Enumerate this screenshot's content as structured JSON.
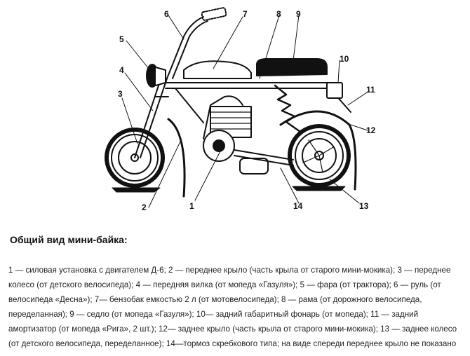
{
  "diagram": {
    "callouts": [
      "1",
      "2",
      "3",
      "4",
      "5",
      "6",
      "7",
      "8",
      "9",
      "10",
      "11",
      "12",
      "13",
      "14"
    ]
  },
  "caption": {
    "title": "Общий вид мини-байка:",
    "legend": "1 — силовая установка с двигателем Д-6; 2 — переднее крыло (часть крыла от старого мини-мокика); 3 — переднее колесо (от детского велосипеда); 4 — передняя вилка (от мопеда «Газуля»); 5 — фара (от трактора); 6 — руль (от велосипеда «Десна»); 7— бензобак емкостью 2 л (от мотовелосипеда); 8 — рама (от дорожного велосипеда, переделанная); 9 — седло (от мопеда «Газуля»); 10— задний габаритный фонарь (от мопеда); 11 — задний амортизатор (от мопеда «Рига», 2 шт.); 12— заднее крыло (часть крыла от старого мини-мокика); 13 — заднее колесо (от детского велосипеда, переделанное); 14—тормоз скребкового типа; на виде спереди переднее крыло не показано"
  }
}
